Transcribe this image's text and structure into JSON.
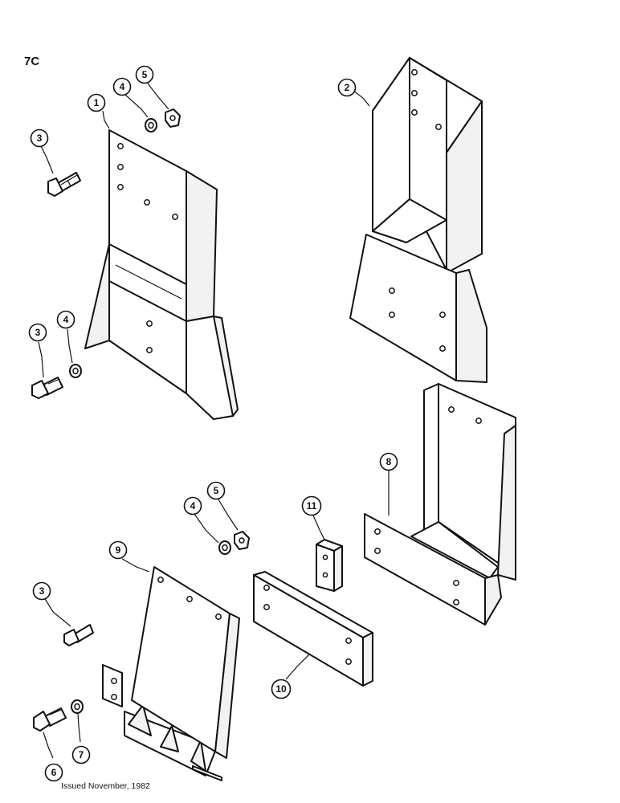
{
  "header": {
    "page_id": "7C"
  },
  "footer": {
    "issued": "Issued November, 1982"
  },
  "callouts": {
    "c1": "1",
    "c2": "2",
    "c3a": "3",
    "c3b": "3",
    "c3c": "3",
    "c4a": "4",
    "c4b": "4",
    "c4c": "4",
    "c5a": "5",
    "c5b": "5",
    "c6": "6",
    "c7": "7",
    "c8": "8",
    "c9": "9",
    "c10": "10",
    "c11": "11"
  }
}
